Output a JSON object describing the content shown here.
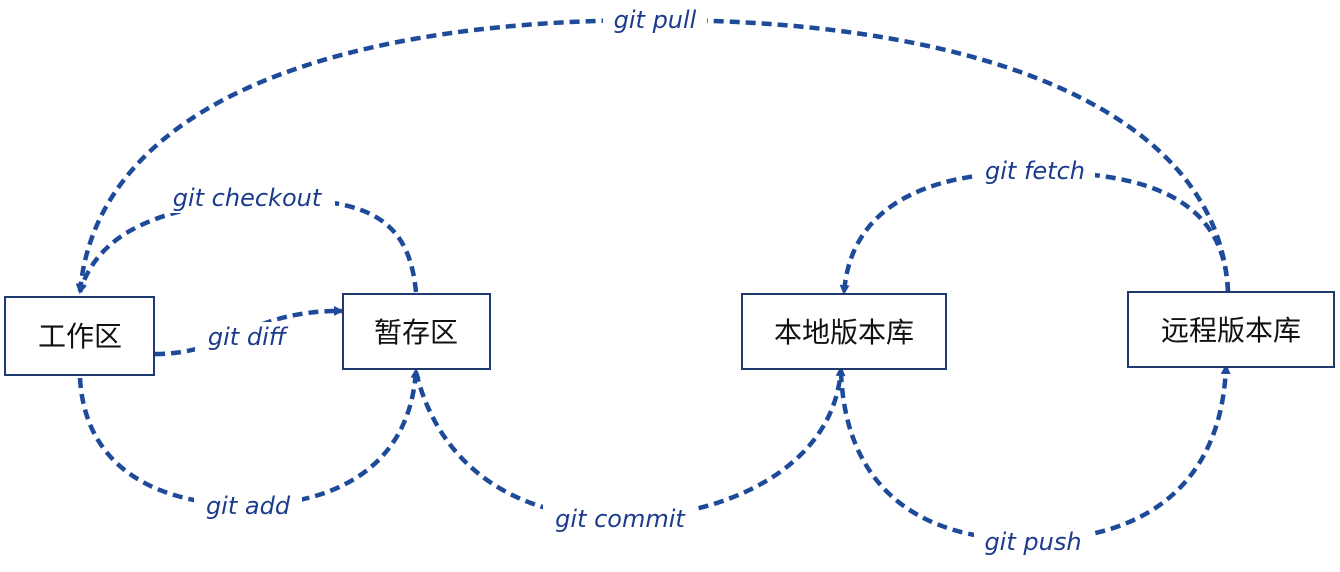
{
  "diagram": {
    "edge_color": "#1e4a9a",
    "label_color": "#1b3b8c",
    "nodes": {
      "working": "工作区",
      "staging": "暂存区",
      "local": "本地版本库",
      "remote": "远程版本库"
    },
    "edges": {
      "pull": "git pull",
      "checkout": "git checkout",
      "diff": "git diff",
      "add": "git add",
      "commit": "git commit",
      "fetch": "git fetch",
      "push": "git push"
    }
  }
}
